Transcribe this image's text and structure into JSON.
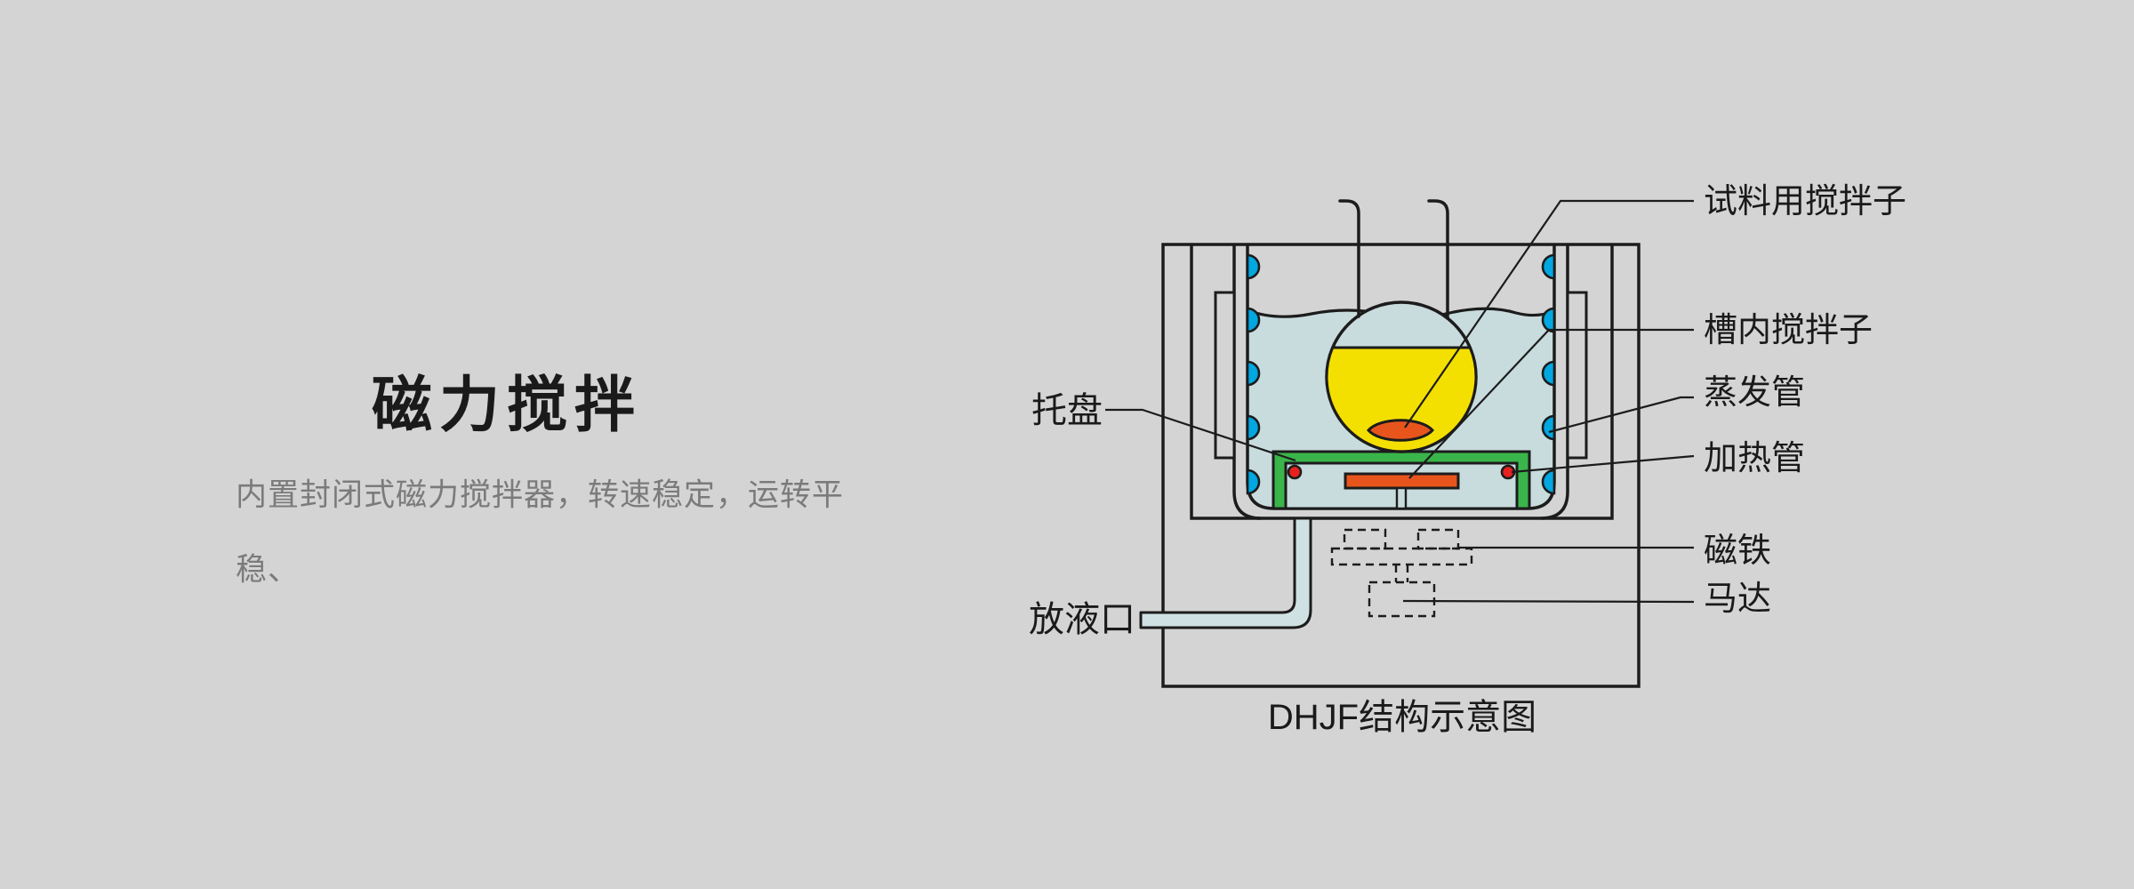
{
  "left_panel": {
    "title": "磁力搅拌",
    "description_line1": "内置封闭式磁力搅拌器，转速稳定，运转平",
    "description_line2": "稳、"
  },
  "diagram": {
    "caption": "DHJF结构示意图",
    "labels": {
      "sample_stirrer": "试料用搅拌子",
      "bath_stirrer": "槽内搅拌子",
      "evaporator_tube": "蒸发管",
      "heating_tube": "加热管",
      "magnet": "磁铁",
      "motor": "马达",
      "tray": "托盘",
      "drain_port": "放液口"
    }
  },
  "colors": {
    "background": "#d3d4d3",
    "outline": "#1c1c1c",
    "bath_liquid": "#c8dbdd",
    "flask_liquid": "#f4e000",
    "tray_green": "#3ab54a",
    "stirrer_orange": "#e8551c",
    "heater_red": "#e8211d",
    "coil_blue": "#00a7e1",
    "pipe_blue": "#cfe1e3",
    "text_dark": "#1a1a1a",
    "text_gray": "#7b7b7b"
  }
}
